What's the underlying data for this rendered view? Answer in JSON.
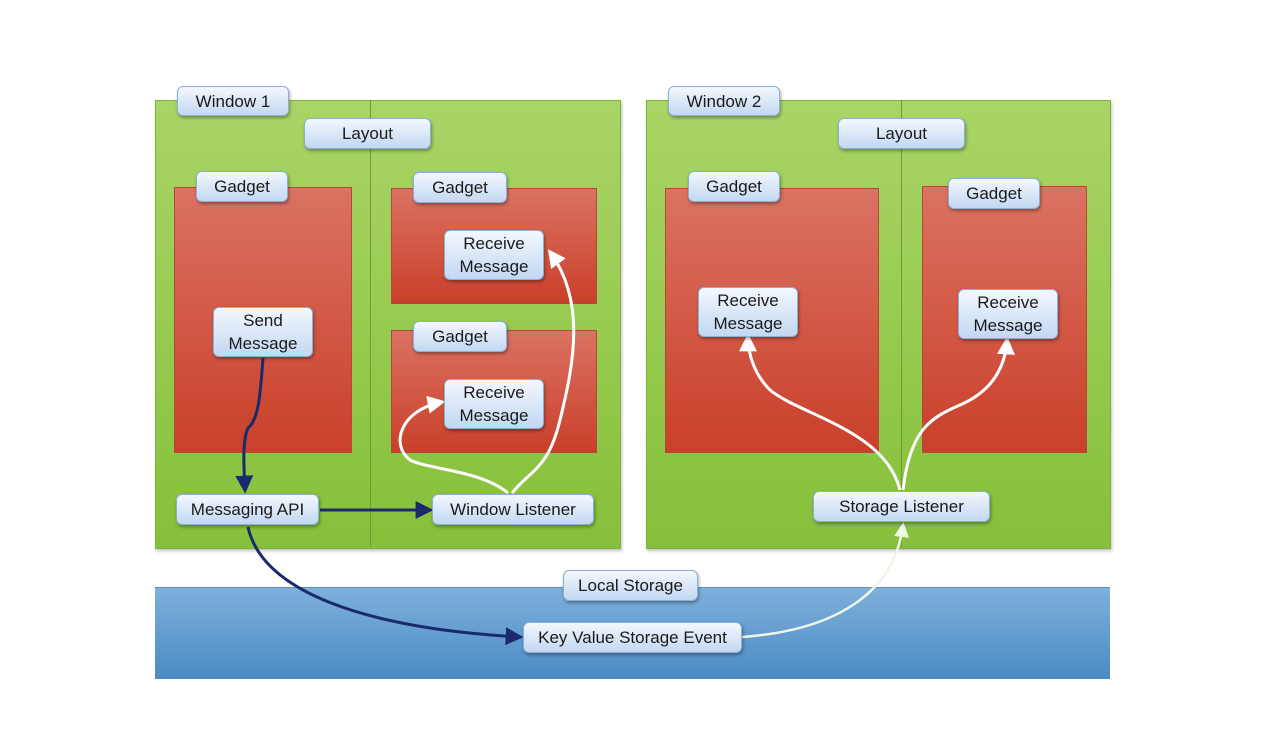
{
  "window1": {
    "title": "Window 1",
    "layout": "Layout",
    "gadgets": [
      "Gadget",
      "Gadget",
      "Gadget"
    ],
    "send_message": "Send\nMessage",
    "receive_message_top": "Receive\nMessage",
    "receive_message_bottom": "Receive\nMessage",
    "messaging_api": "Messaging API",
    "window_listener": "Window Listener"
  },
  "window2": {
    "title": "Window 2",
    "layout": "Layout",
    "gadgets": [
      "Gadget",
      "Gadget"
    ],
    "receive_message_left": "Receive\nMessage",
    "receive_message_right": "Receive\nMessage",
    "storage_listener": "Storage Listener"
  },
  "local_storage": {
    "title": "Local Storage",
    "event": "Key Value Storage Event"
  },
  "colors": {
    "window_green": "#8cc63f",
    "gadget_red": "#d0503a",
    "storage_blue": "#5a96cc",
    "send_arrow": "#1a2a6c",
    "receive_arrow": "#ffffff"
  }
}
